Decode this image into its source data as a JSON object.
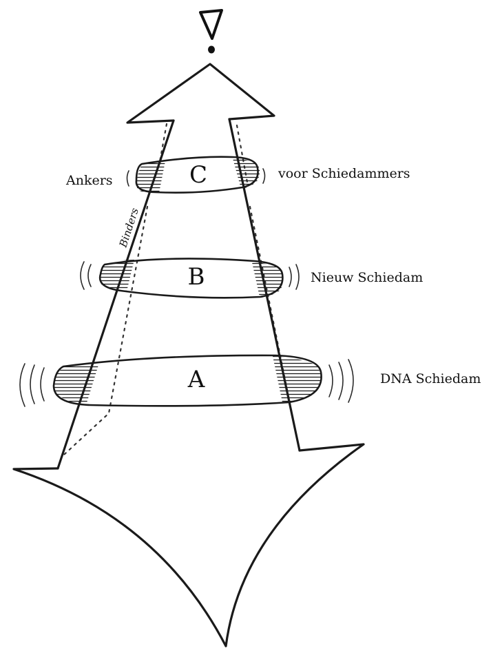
{
  "exclamation": "!",
  "rings": [
    {
      "letter": "C",
      "label": "voor Schiedammers"
    },
    {
      "letter": "B",
      "label": "Nieuw Schiedam"
    },
    {
      "letter": "A",
      "label": "DNA Schiedam"
    }
  ],
  "left_label": "Ankers",
  "binders_label": "Binders"
}
